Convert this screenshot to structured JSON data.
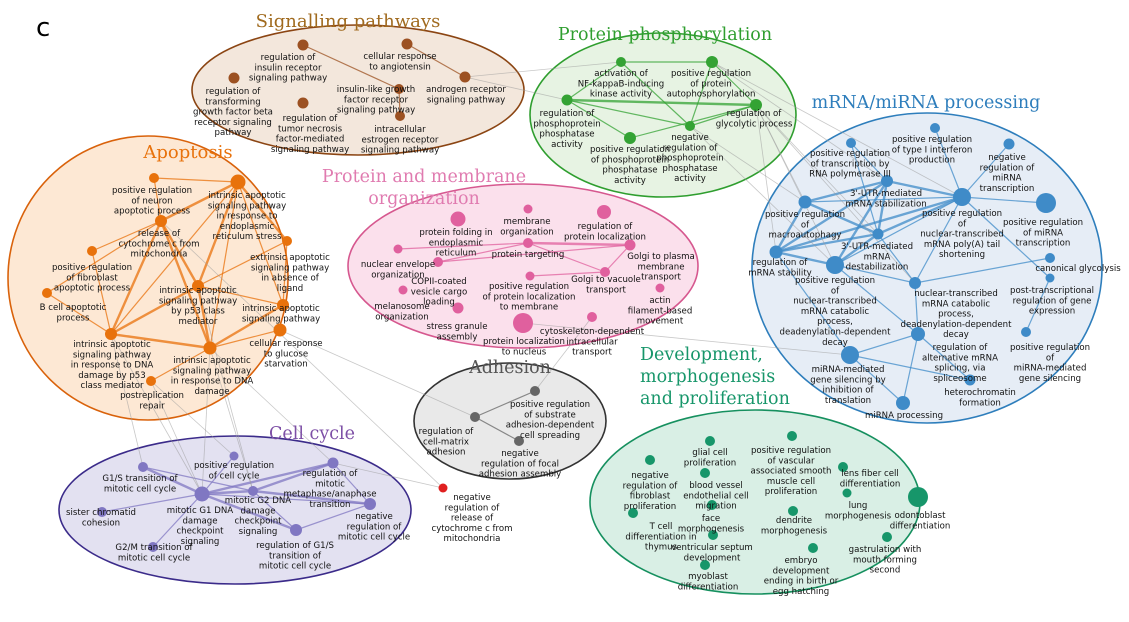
{
  "panel_label": "c",
  "colors": {
    "signalling": {
      "fill": "#f3e7dc",
      "stroke": "#8b4513",
      "node": "#9c5122",
      "title": "#a06a1e"
    },
    "phospho": {
      "fill": "#e7f3e3",
      "stroke": "#2f9e2f",
      "node": "#34a334",
      "title": "#2f9e2f"
    },
    "mrna": {
      "fill": "#e6edf6",
      "stroke": "#2e7ebc",
      "node": "#3f8bc8",
      "title": "#2e7ebc"
    },
    "apoptosis": {
      "fill": "#fde8d4",
      "stroke": "#d9620b",
      "node": "#e8720c",
      "title": "#e8720c"
    },
    "protein": {
      "fill": "#fbe0ec",
      "stroke": "#d6588f",
      "node": "#e0609e",
      "title": "#e07bb0"
    },
    "adhesion": {
      "fill": "#e9e9e9",
      "stroke": "#333333",
      "node": "#666666",
      "title": "#555555"
    },
    "cellcycle": {
      "fill": "#e3e1f1",
      "stroke": "#3b2b8a",
      "node": "#8077c2",
      "title": "#7d4fa6"
    },
    "dev": {
      "fill": "#d9efe5",
      "stroke": "#16905f",
      "node": "#17966a",
      "title": "#17966a"
    },
    "outlier": {
      "node": "#e02020"
    }
  },
  "clusters": [
    {
      "id": "signalling",
      "title": "Signalling pathways",
      "nodes": [
        {
          "label": "regulation of\ninsulin receptor\nsignaling pathway"
        },
        {
          "label": "cellular response\nto angiotensin"
        },
        {
          "label": "regulation of\ntransforming\ngrowth factor beta\nreceptor signaling\npathway"
        },
        {
          "label": "insulin-like growth\nfactor receptor\nsignaling pathway"
        },
        {
          "label": "androgen receptor\nsignaling pathway"
        },
        {
          "label": "regulation of\ntumor necrosis\nfactor-mediated\nsignaling pathway"
        },
        {
          "label": "intracellular\nestrogen receptor\nsignaling pathway"
        }
      ]
    },
    {
      "id": "phospho",
      "title": "Protein phosphorylation",
      "nodes": [
        {
          "label": "activation of\nNF-kappaB-inducing\nkinase activity"
        },
        {
          "label": "positive regulation\nof protein\nautophosphorylation"
        },
        {
          "label": "regulation of\nphosphoprotein\nphosphatase\nactivity"
        },
        {
          "label": "regulation of\nglycolytic process"
        },
        {
          "label": "negative\nregulation of\nphosphoprotein\nphosphatase\nactivity"
        },
        {
          "label": "positive regulation\nof phosphoprotein\nphosphatase\nactivity"
        }
      ]
    },
    {
      "id": "mrna",
      "title": "mRNA/miRNA processing",
      "nodes": [
        {
          "label": "positive regulation\nof type I interferon\nproduction"
        },
        {
          "label": "positive regulation\nof transcription by\nRNA polymerase III"
        },
        {
          "label": "negative\nregulation of\nmiRNA\ntranscription"
        },
        {
          "label": "3'-UTR-mediated\nmRNA stabilization"
        },
        {
          "label": "positive regulation\nof\nmacroautophagy"
        },
        {
          "label": "positive regulation\nof\nnuclear-transcribed\nmRNA poly(A) tail\nshortening"
        },
        {
          "label": "positive regulation\nof miRNA\ntranscription"
        },
        {
          "label": "3'-UTR-mediated\nmRNA\ndestabilization"
        },
        {
          "label": "regulation of\nmRNA stability"
        },
        {
          "label": "canonical glycolysis"
        },
        {
          "label": "post-transcriptional\nregulation of gene\nexpression"
        },
        {
          "label": "positive regulation\nof\nnuclear-transcribed\nmRNA catabolic\nprocess,\ndeadenylation-dependent\ndecay"
        },
        {
          "label": "nuclear-transcribed\nmRNA catabolic\nprocess,\ndeadenylation-dependent\ndecay"
        },
        {
          "label": "regulation of\nalternative mRNA\nsplicing, via\nspliceosome"
        },
        {
          "label": "positive regulation\nof\nmiRNA-mediated\ngene silencing"
        },
        {
          "label": "miRNA-mediated\ngene silencing by\ninhibition of\ntranslation"
        },
        {
          "label": "heterochromatin\nformation"
        },
        {
          "label": "miRNA processing"
        }
      ]
    },
    {
      "id": "apoptosis",
      "title": "Apoptosis",
      "nodes": [
        {
          "label": "positive regulation\nof neuron\napoptotic process"
        },
        {
          "label": "intrinsic apoptotic\nsignaling pathway\nin response to\nendoplasmic\nreticulum stress"
        },
        {
          "label": "release of\ncytochrome c from\nmitochondria"
        },
        {
          "label": "positive regulation\nof fibroblast\napoptotic process"
        },
        {
          "label": "extrinsic apoptotic\nsignaling pathway\nin absence of\nligand"
        },
        {
          "label": "intrinsic apoptotic\nsignaling pathway\nby p53 class\nmediator"
        },
        {
          "label": "B cell apoptotic\nprocess"
        },
        {
          "label": "intrinsic apoptotic\nsignaling pathway"
        },
        {
          "label": "intrinsic apoptotic\nsignaling pathway\nin response to DNA\ndamage by p53\nclass mediator"
        },
        {
          "label": "cellular response\nto glucose\nstarvation"
        },
        {
          "label": "intrinsic apoptotic\nsignaling pathway\nin response to DNA\ndamage"
        },
        {
          "label": "postreplication\nrepair"
        }
      ]
    },
    {
      "id": "protein",
      "title": "Protein and membrane\norganization",
      "nodes": [
        {
          "label": "protein folding in\nendoplasmic\nreticulum"
        },
        {
          "label": "membrane\norganization"
        },
        {
          "label": "regulation of\nprotein localization"
        },
        {
          "label": "nuclear envelope\norganization"
        },
        {
          "label": "protein targeting"
        },
        {
          "label": "Golgi to plasma\nmembrane\ntransport"
        },
        {
          "label": "COPII-coated\nvesicle cargo\nloading"
        },
        {
          "label": "positive regulation\nof protein localization\nto membrane"
        },
        {
          "label": "Golgi to vacuole\ntransport"
        },
        {
          "label": "melanosome\norganization"
        },
        {
          "label": "actin\nfilament-based\nmovement"
        },
        {
          "label": "stress granule\nassembly"
        },
        {
          "label": "cytoskeleton-dependent\nintracellular\ntransport"
        },
        {
          "label": "protein localization\nto nucleus"
        }
      ]
    },
    {
      "id": "adhesion",
      "title": "Adhesion",
      "nodes": [
        {
          "label": "positive regulation\nof substrate\nadhesion-dependent\ncell spreading"
        },
        {
          "label": "regulation of\ncell-matrix\nadhesion"
        },
        {
          "label": "negative\nregulation of focal\nadhesion assembly"
        }
      ]
    },
    {
      "id": "cellcycle",
      "title": "Cell cycle",
      "nodes": [
        {
          "label": "positive regulation\nof cell cycle"
        },
        {
          "label": "regulation of\nmitotic\nmetaphase/anaphase\ntransition"
        },
        {
          "label": "G1/S transition of\nmitotic cell cycle"
        },
        {
          "label": "mitotic G2 DNA\ndamage\ncheckpoint\nsignaling"
        },
        {
          "label": "mitotic G1 DNA\ndamage\ncheckpoint\nsignaling"
        },
        {
          "label": "sister chromatid\ncohesion"
        },
        {
          "label": "negative\nregulation of\nmitotic cell cycle"
        },
        {
          "label": "regulation of G1/S\ntransition of\nmitotic cell cycle"
        },
        {
          "label": "G2/M transition of\nmitotic cell cycle"
        }
      ]
    },
    {
      "id": "dev",
      "title": "Development,\nmorphogenesis\nand proliferation",
      "nodes": [
        {
          "label": "glial cell\nproliferation"
        },
        {
          "label": "positive regulation\nof vascular\nassociated smooth\nmuscle cell\nproliferation"
        },
        {
          "label": "negative\nregulation of\nfibroblast\nproliferation"
        },
        {
          "label": "blood vessel\nendothelial cell\nmigration"
        },
        {
          "label": "lens fiber cell\ndifferentiation"
        },
        {
          "label": "lung\nmorphogenesis"
        },
        {
          "label": "odontoblast\ndifferentiation"
        },
        {
          "label": "face\nmorphogenesis"
        },
        {
          "label": "T cell\ndifferentiation in\nthymus"
        },
        {
          "label": "dendrite\nmorphogenesis"
        },
        {
          "label": "ventricular septum\ndevelopment"
        },
        {
          "label": "gastrulation with\nmouth forming\nsecond"
        },
        {
          "label": "embryo\ndevelopment\nending in birth or\negg hatching"
        },
        {
          "label": "myoblast\ndifferentiation"
        }
      ]
    }
  ],
  "outlier": {
    "label": "negative\nregulation of\nrelease of\ncytochrome c from\nmitochondria"
  }
}
